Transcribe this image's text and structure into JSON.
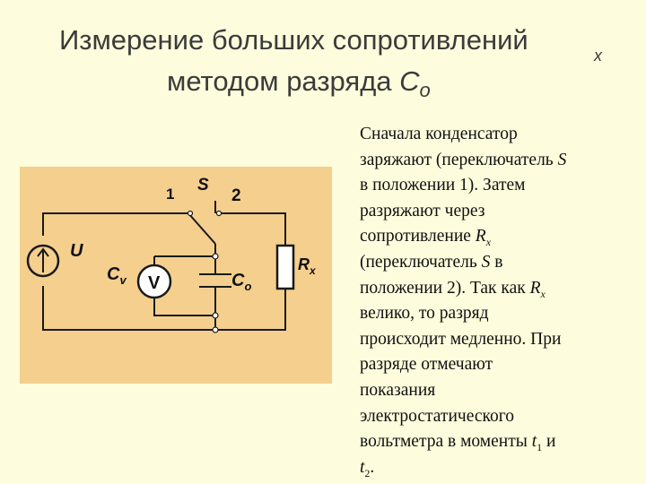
{
  "slide": {
    "title_line1": "Измерение больших сопротивлений",
    "title_line1_sub": "x",
    "title_line2_prefix": "методом разряда ",
    "title_line2_c": "C",
    "title_line2_sub": "o"
  },
  "description": {
    "l1": "Сначала конденсатор",
    "l2_a": "заряжают (переключатель ",
    "l2_s": "S",
    "l3": "в положении 1). Затем",
    "l4": "разряжают через",
    "l5_a": "сопротивление ",
    "l5_r": "R",
    "l5_sub": "x",
    "l6_a": "(переключатель ",
    "l6_s": "S",
    "l6_b": " в",
    "l7_a": "положении 2). Так как ",
    "l7_r": "R",
    "l7_sub": "x",
    "l8": "велико, то разряд",
    "l9": "происходит медленно. При",
    "l10": "разряде отмечают",
    "l11": "показания",
    "l12": "электростатического",
    "l13_a": "вольтметра в моменты ",
    "l13_t": "t",
    "l13_sub": "1",
    "l13_b": " и",
    "l14_t": "t",
    "l14_sub": "2",
    "l14_b": "."
  },
  "diagram": {
    "label_switch": "S",
    "label_pos1": "1",
    "label_pos2": "2",
    "label_source": "U",
    "label_cv_main": "C",
    "label_cv_sub": "v",
    "label_voltmeter": "V",
    "label_co_main": "C",
    "label_co_sub": "o",
    "label_rx_main": "R",
    "label_rx_sub": "x",
    "colors": {
      "panel": "#f4cf8e",
      "wire": "#1a1a1a",
      "background": "#fdfcdc"
    }
  }
}
